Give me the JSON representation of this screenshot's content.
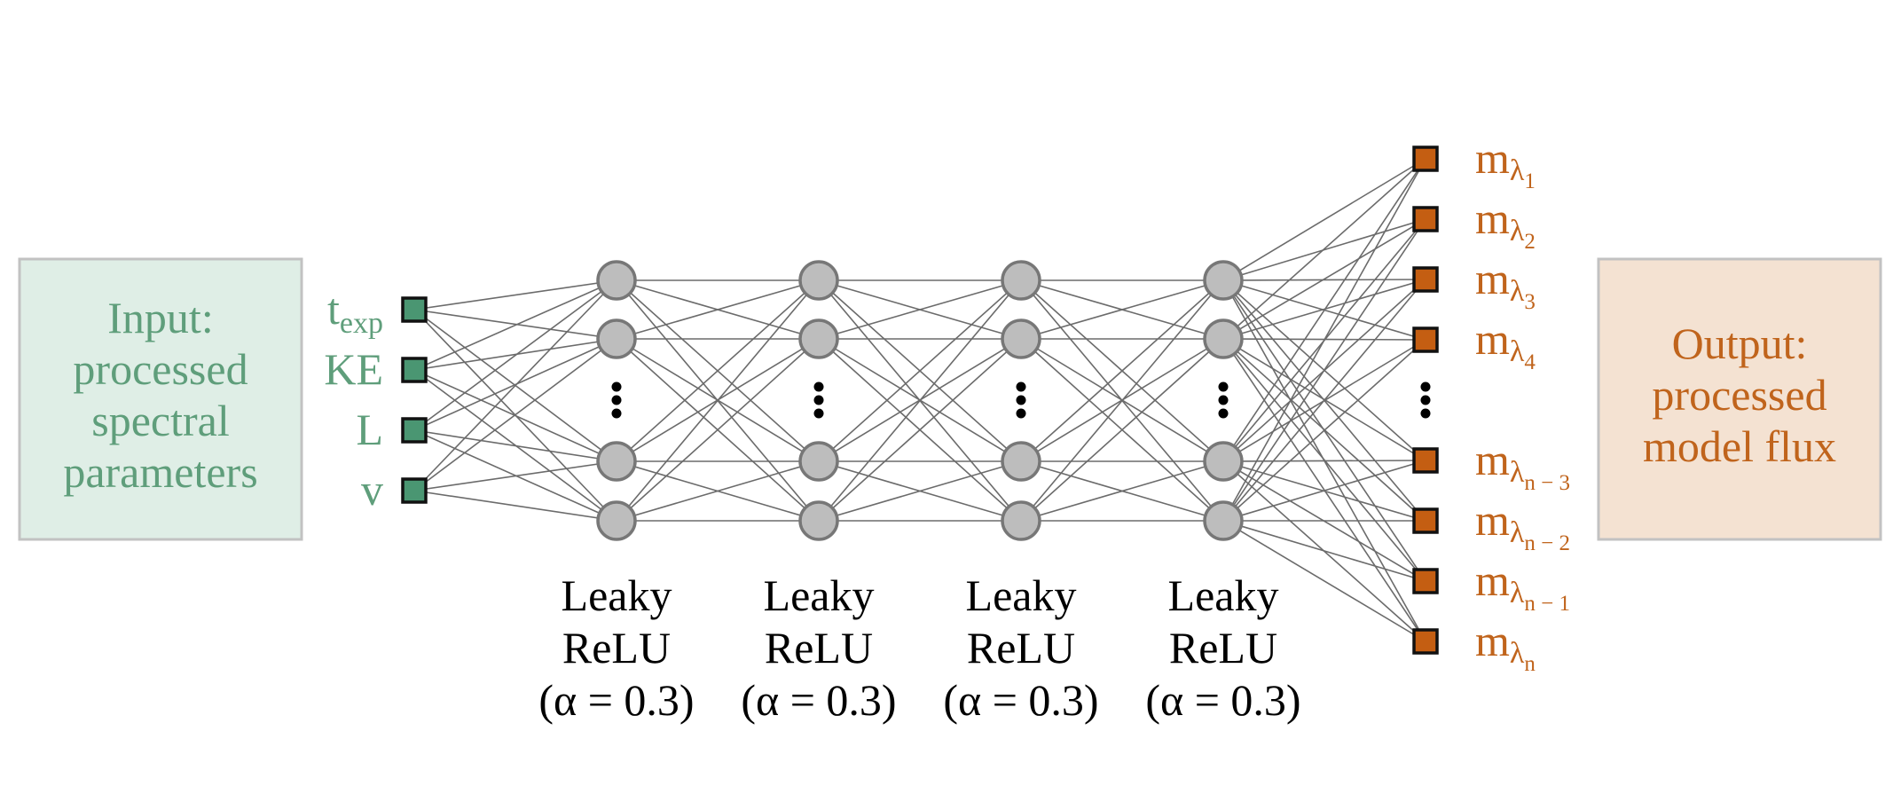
{
  "colors": {
    "input_fill": "#dfeee6",
    "input_text": "#5f9e7b",
    "input_node": "#4a9672",
    "output_fill": "#f4e2d2",
    "output_text": "#c0641c",
    "output_node": "#c45e12",
    "hidden_node": "#bdbdbd",
    "hidden_stroke": "#777777",
    "edge": "#6b6b6b",
    "box_border": "#c2c2c2",
    "text": "#000000"
  },
  "input_box": {
    "lines": [
      "Input:",
      "processed",
      "spectral",
      "parameters"
    ]
  },
  "output_box": {
    "lines": [
      "Output:",
      "processed",
      "model flux"
    ]
  },
  "input_nodes": [
    {
      "base": "t",
      "sub": "exp"
    },
    {
      "base": "KE",
      "sub": ""
    },
    {
      "base": "L",
      "sub": ""
    },
    {
      "base": "v",
      "sub": ""
    }
  ],
  "hidden_layers": [
    {
      "lines": [
        "Leaky",
        "ReLU",
        "(α = 0.3)"
      ]
    },
    {
      "lines": [
        "Leaky",
        "ReLU",
        "(α = 0.3)"
      ]
    },
    {
      "lines": [
        "Leaky",
        "ReLU",
        "(α = 0.3)"
      ]
    },
    {
      "lines": [
        "Leaky",
        "ReLU",
        "(α = 0.3)"
      ]
    }
  ],
  "output_nodes": [
    {
      "base": "m",
      "sub": "λ",
      "subsub": "1"
    },
    {
      "base": "m",
      "sub": "λ",
      "subsub": "2"
    },
    {
      "base": "m",
      "sub": "λ",
      "subsub": "3"
    },
    {
      "base": "m",
      "sub": "λ",
      "subsub": "4"
    },
    {
      "base": "m",
      "sub": "λ",
      "subsub": "n − 3"
    },
    {
      "base": "m",
      "sub": "λ",
      "subsub": "n − 2"
    },
    {
      "base": "m",
      "sub": "λ",
      "subsub": "n − 1"
    },
    {
      "base": "m",
      "sub": "λ",
      "subsub": "n"
    }
  ]
}
